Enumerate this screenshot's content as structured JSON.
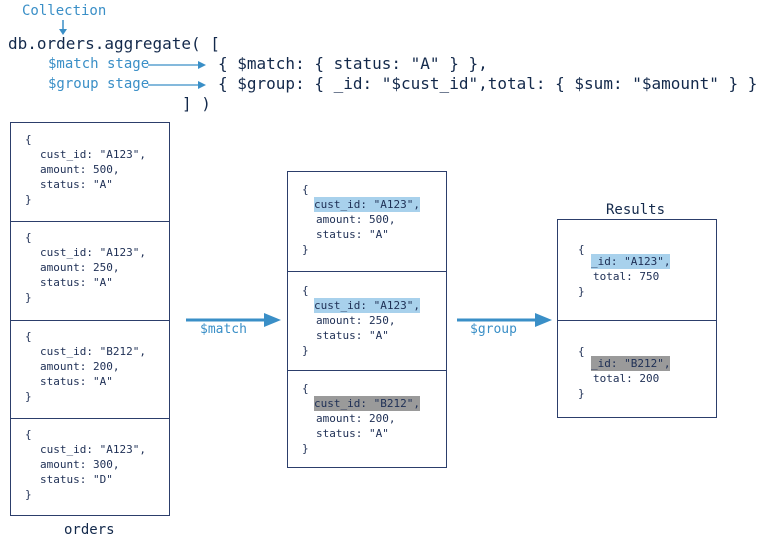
{
  "header": {
    "collection_label": "Collection",
    "line1": "db.orders.aggregate( [",
    "match_label": "$match stage",
    "group_label": "$group stage",
    "match_code": "{ $match: { status: \"A\" } },",
    "group_code": "{ $group: { _id: \"$cust_id\",total: { $sum: \"$amount\" } } }",
    "close": "] )"
  },
  "orders": {
    "caption": "orders",
    "docs": [
      {
        "open": "{",
        "l1": "cust_id: \"A123\",",
        "l2": "amount: 500,",
        "l3": "status: \"A\"",
        "close": "}"
      },
      {
        "open": "{",
        "l1": "cust_id: \"A123\",",
        "l2": "amount: 250,",
        "l3": "status: \"A\"",
        "close": "}"
      },
      {
        "open": "{",
        "l1": "cust_id: \"B212\",",
        "l2": "amount: 200,",
        "l3": "status: \"A\"",
        "close": "}"
      },
      {
        "open": "{",
        "l1": "cust_id: \"A123\",",
        "l2": "amount: 300,",
        "l3": "status: \"D\"",
        "close": "}"
      }
    ]
  },
  "arrows": {
    "match": "$match",
    "group": "$group"
  },
  "matched": {
    "docs": [
      {
        "open": "{",
        "l1": "cust_id: \"A123\",",
        "l2": "amount: 500,",
        "l3": "status: \"A\"",
        "close": "}"
      },
      {
        "open": "{",
        "l1": "cust_id: \"A123\",",
        "l2": "amount: 250,",
        "l3": "status: \"A\"",
        "close": "}"
      },
      {
        "open": "{",
        "l1": "cust_id: \"B212\",",
        "l2": "amount: 200,",
        "l3": "status: \"A\"",
        "close": "}"
      }
    ]
  },
  "results": {
    "caption": "Results",
    "docs": [
      {
        "open": "{",
        "l1": "_id: \"A123\",",
        "l2": "total: 750",
        "close": "}"
      },
      {
        "open": "{",
        "l1": "_id: \"B212\",",
        "l2": "total: 200",
        "close": "}"
      }
    ]
  },
  "colors": {
    "accent": "#3a8fc7",
    "text": "#13294b",
    "highlight_a": "#a8d1ec",
    "highlight_b": "#9a9a9a"
  }
}
